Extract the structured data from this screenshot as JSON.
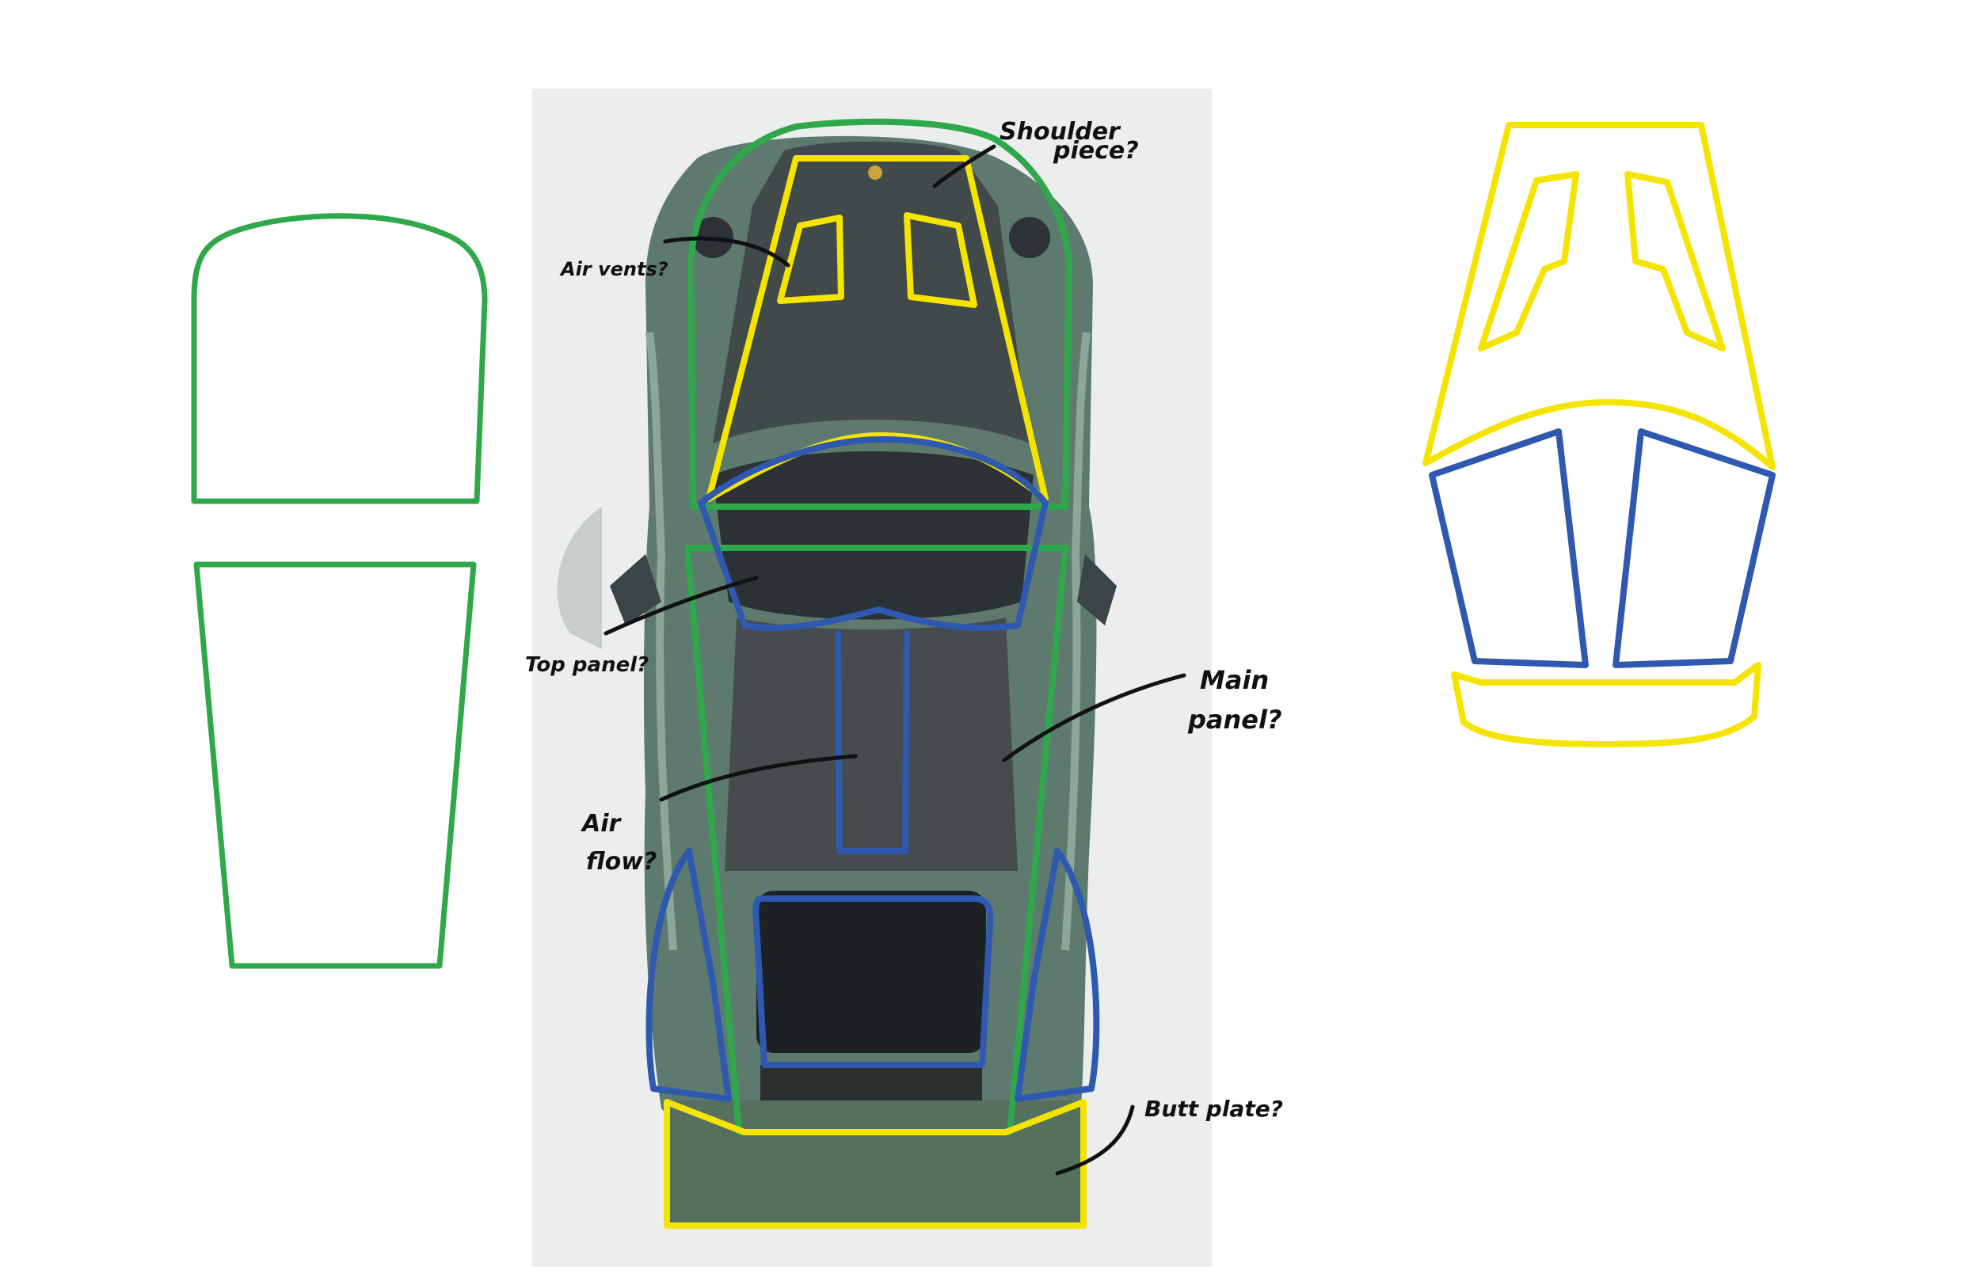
{
  "colors": {
    "background": "#ffffff",
    "photo_background": "#eceeee",
    "car_body": "#5e7a6e",
    "car_dark_panel": "#41494a",
    "green_outline": "#2ea84a",
    "yellow_outline": "#f5e400",
    "blue_outline": "#2f58b0",
    "annotation_ink": "#111111"
  },
  "annotations": {
    "shoulder": [
      "Shoulder",
      "piece?"
    ],
    "air_vents": "Air vents?",
    "top_panel": "Top panel?",
    "main_panel": [
      "Main",
      "panel?"
    ],
    "air_flow": [
      "Air",
      "flow?"
    ],
    "butt_plate": "Butt plate?"
  },
  "pieces": {
    "left": [
      "green-front-panel",
      "green-rear-panel"
    ],
    "right": [
      "yellow-shoulder-piece",
      "blue-top-panel-left",
      "blue-top-panel-right",
      "yellow-butt-plate"
    ]
  }
}
